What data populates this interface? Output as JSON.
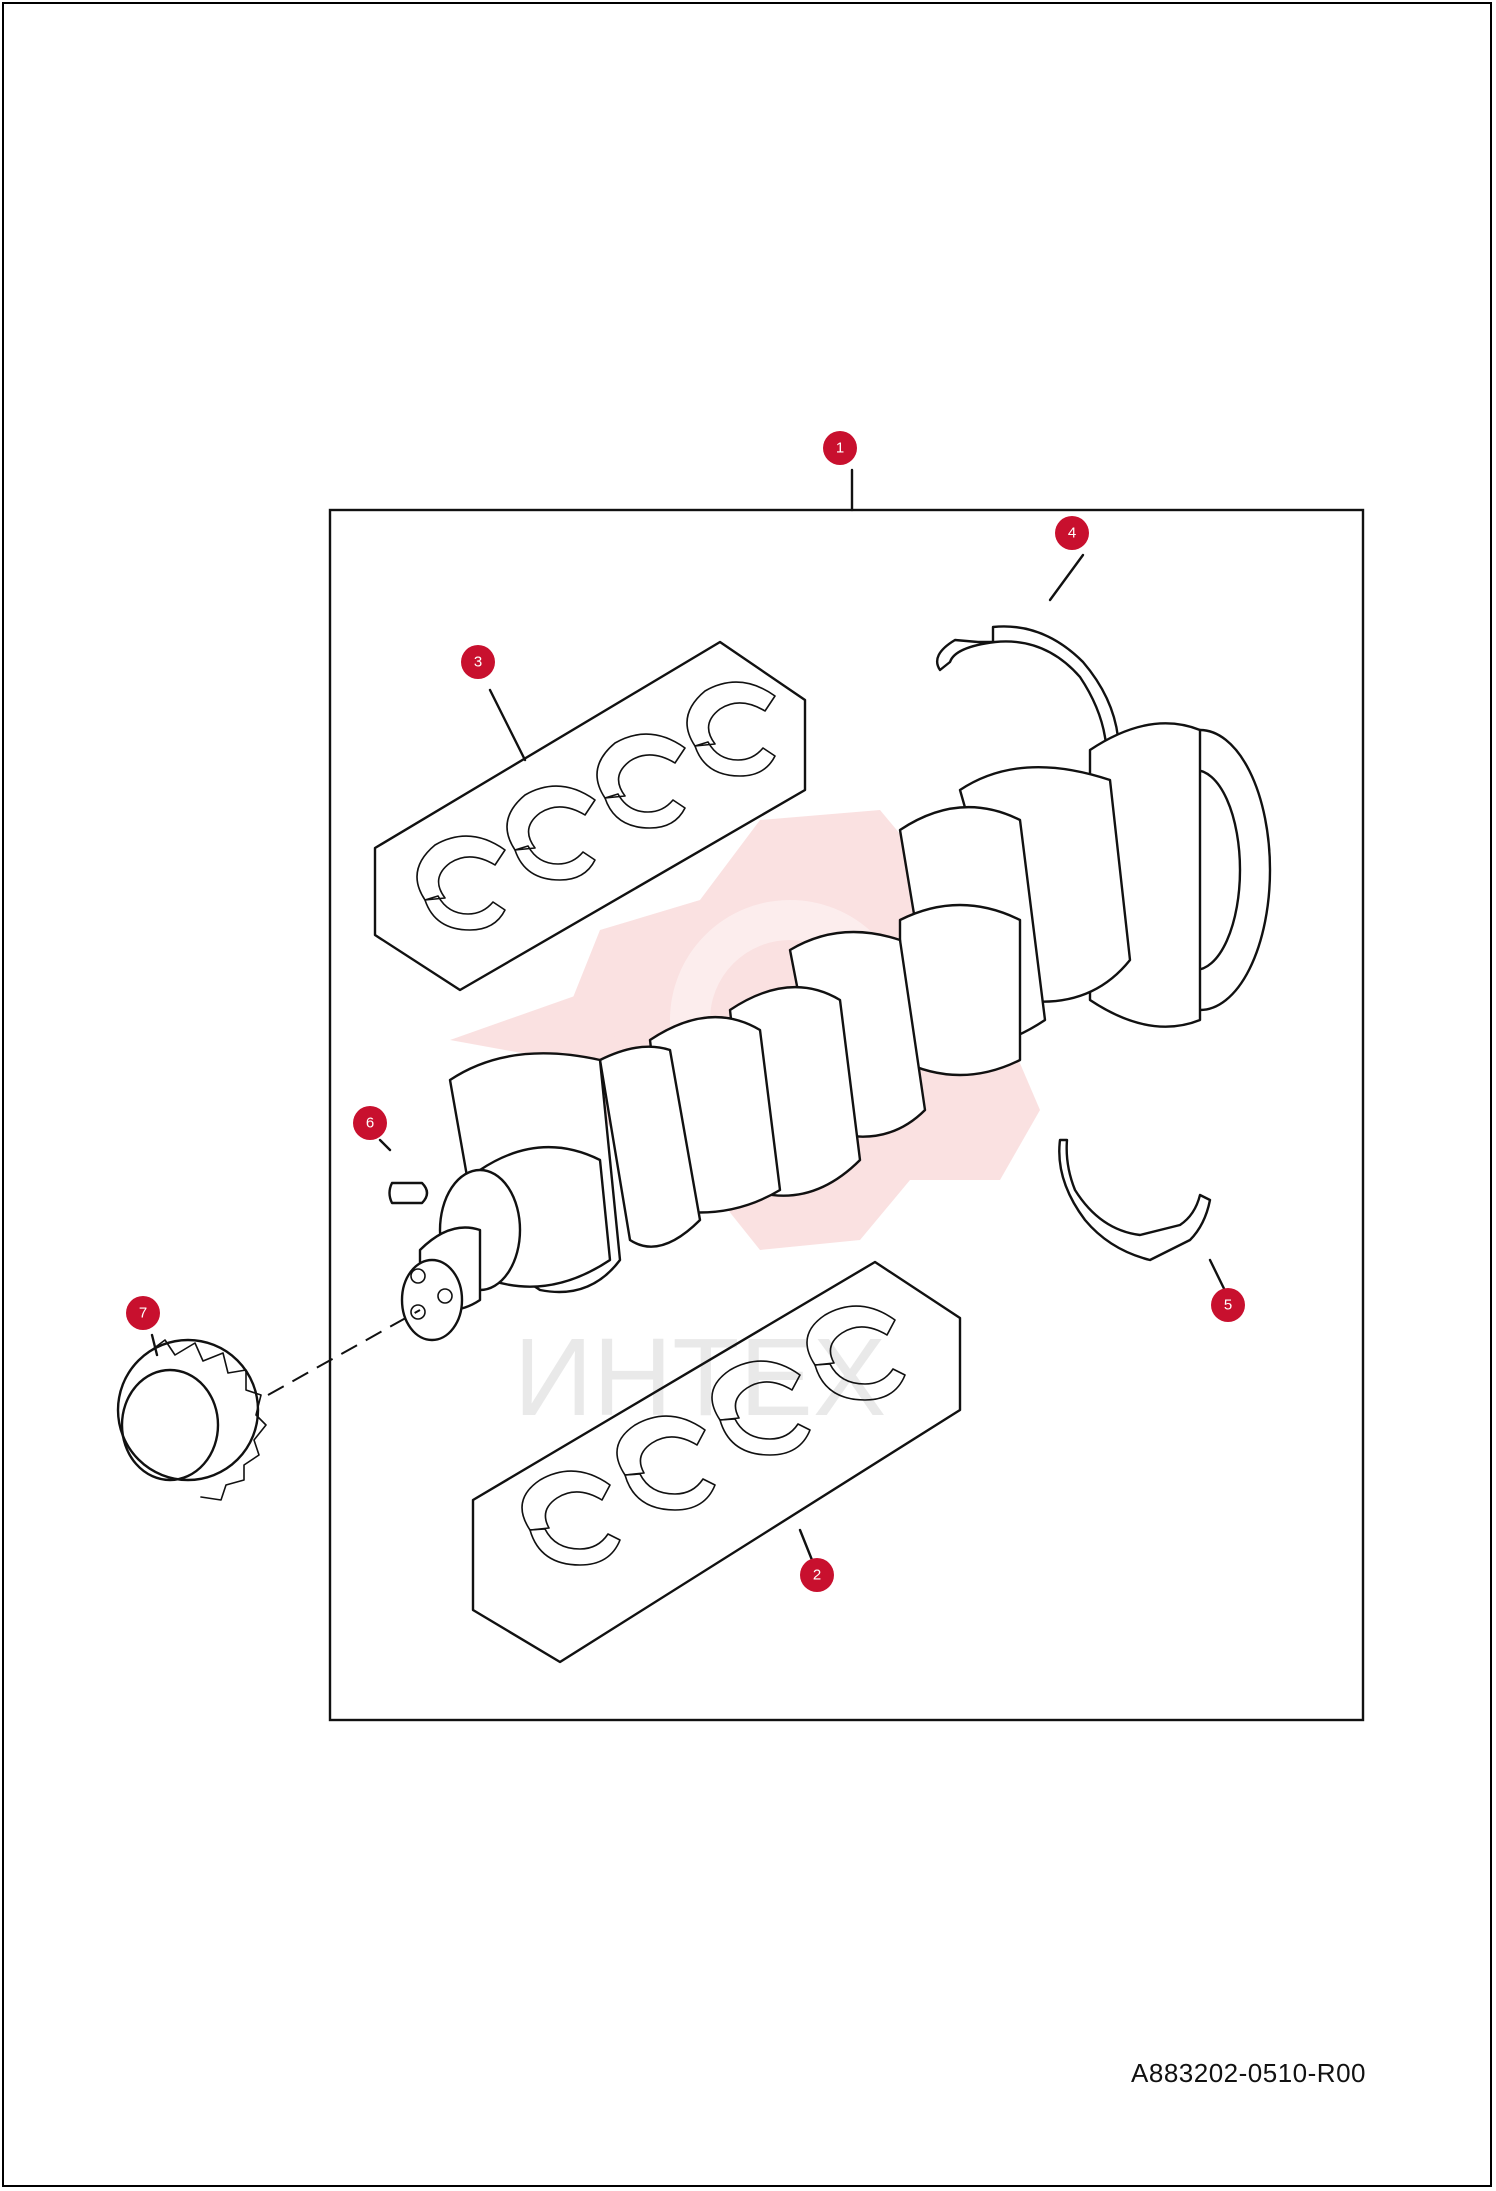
{
  "document_ref": "A883202-0510-R00",
  "watermark": "ИНТЕХ",
  "colors": {
    "callout": "#c8102e",
    "watermark": "#f2b8b8",
    "line": "#111111"
  },
  "callouts": [
    {
      "id": "1",
      "label": "1",
      "part": "crankshaft-assembly"
    },
    {
      "id": "2",
      "label": "2",
      "part": "lower-bearing-set"
    },
    {
      "id": "3",
      "label": "3",
      "part": "upper-bearing-set"
    },
    {
      "id": "4",
      "label": "4",
      "part": "thrust-washer-upper"
    },
    {
      "id": "5",
      "label": "5",
      "part": "thrust-washer-lower"
    },
    {
      "id": "6",
      "label": "6",
      "part": "woodruff-key"
    },
    {
      "id": "7",
      "label": "7",
      "part": "crankshaft-gear"
    }
  ]
}
